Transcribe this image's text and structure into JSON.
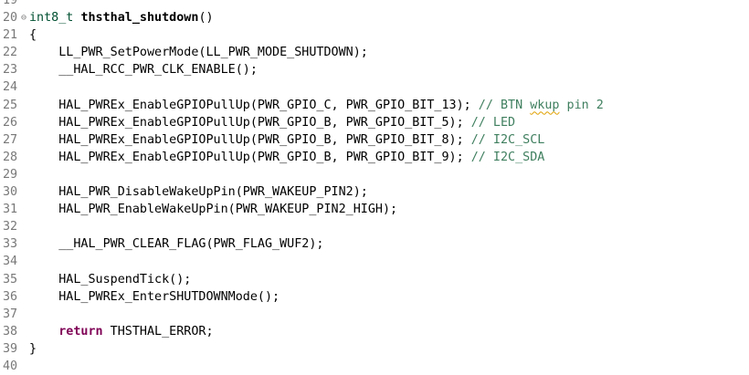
{
  "editor": {
    "lines": [
      {
        "num": "19",
        "fold": "",
        "segments": []
      },
      {
        "num": "20",
        "fold": "⊖",
        "segments": [
          {
            "cls": "type",
            "text": "int8_t"
          },
          {
            "cls": "",
            "text": " "
          },
          {
            "cls": "fn-def",
            "text": "thsthal_shutdown"
          },
          {
            "cls": "",
            "text": "()"
          }
        ]
      },
      {
        "num": "21",
        "fold": "",
        "segments": [
          {
            "cls": "",
            "text": "{"
          }
        ]
      },
      {
        "num": "22",
        "fold": "",
        "segments": [
          {
            "cls": "",
            "text": "    LL_PWR_SetPowerMode(LL_PWR_MODE_SHUTDOWN);"
          }
        ]
      },
      {
        "num": "23",
        "fold": "",
        "segments": [
          {
            "cls": "",
            "text": "    __HAL_RCC_PWR_CLK_ENABLE();"
          }
        ]
      },
      {
        "num": "24",
        "fold": "",
        "segments": []
      },
      {
        "num": "25",
        "fold": "",
        "segments": [
          {
            "cls": "",
            "text": "    HAL_PWREx_EnableGPIOPullUp(PWR_GPIO_C, PWR_GPIO_BIT_13); "
          },
          {
            "cls": "cm",
            "text": "// BTN "
          },
          {
            "cls": "cm spell",
            "text": "wkup"
          },
          {
            "cls": "cm",
            "text": " pin 2"
          }
        ]
      },
      {
        "num": "26",
        "fold": "",
        "segments": [
          {
            "cls": "",
            "text": "    HAL_PWREx_EnableGPIOPullUp(PWR_GPIO_B, PWR_GPIO_BIT_5); "
          },
          {
            "cls": "cm",
            "text": "// LED"
          }
        ]
      },
      {
        "num": "27",
        "fold": "",
        "segments": [
          {
            "cls": "",
            "text": "    HAL_PWREx_EnableGPIOPullUp(PWR_GPIO_B, PWR_GPIO_BIT_8); "
          },
          {
            "cls": "cm",
            "text": "// I2C_SCL"
          }
        ]
      },
      {
        "num": "28",
        "fold": "",
        "segments": [
          {
            "cls": "",
            "text": "    HAL_PWREx_EnableGPIOPullUp(PWR_GPIO_B, PWR_GPIO_BIT_9); "
          },
          {
            "cls": "cm",
            "text": "// I2C_SDA"
          }
        ]
      },
      {
        "num": "29",
        "fold": "",
        "segments": []
      },
      {
        "num": "30",
        "fold": "",
        "segments": [
          {
            "cls": "",
            "text": "    HAL_PWR_DisableWakeUpPin(PWR_WAKEUP_PIN2);"
          }
        ]
      },
      {
        "num": "31",
        "fold": "",
        "segments": [
          {
            "cls": "",
            "text": "    HAL_PWR_EnableWakeUpPin(PWR_WAKEUP_PIN2_HIGH);"
          }
        ]
      },
      {
        "num": "32",
        "fold": "",
        "segments": []
      },
      {
        "num": "33",
        "fold": "",
        "segments": [
          {
            "cls": "",
            "text": "    __HAL_PWR_CLEAR_FLAG(PWR_FLAG_WUF2);"
          }
        ]
      },
      {
        "num": "34",
        "fold": "",
        "segments": []
      },
      {
        "num": "35",
        "fold": "",
        "segments": [
          {
            "cls": "",
            "text": "    HAL_SuspendTick();"
          }
        ]
      },
      {
        "num": "36",
        "fold": "",
        "segments": [
          {
            "cls": "",
            "text": "    HAL_PWREx_EnterSHUTDOWNMode();"
          }
        ]
      },
      {
        "num": "37",
        "fold": "",
        "segments": []
      },
      {
        "num": "38",
        "fold": "",
        "segments": [
          {
            "cls": "",
            "text": "    "
          },
          {
            "cls": "kw",
            "text": "return"
          },
          {
            "cls": "",
            "text": " THSTHAL_ERROR;"
          }
        ]
      },
      {
        "num": "39",
        "fold": "",
        "segments": [
          {
            "cls": "",
            "text": "}"
          }
        ]
      },
      {
        "num": "40",
        "fold": "",
        "segments": []
      }
    ]
  },
  "colors": {
    "keyword": "#7f0055",
    "type": "#005032",
    "comment": "#3f7f5f",
    "line_number": "#787878",
    "spell_underline": "#e0a000"
  },
  "icons": {
    "fold": "fold-collapse-icon"
  }
}
